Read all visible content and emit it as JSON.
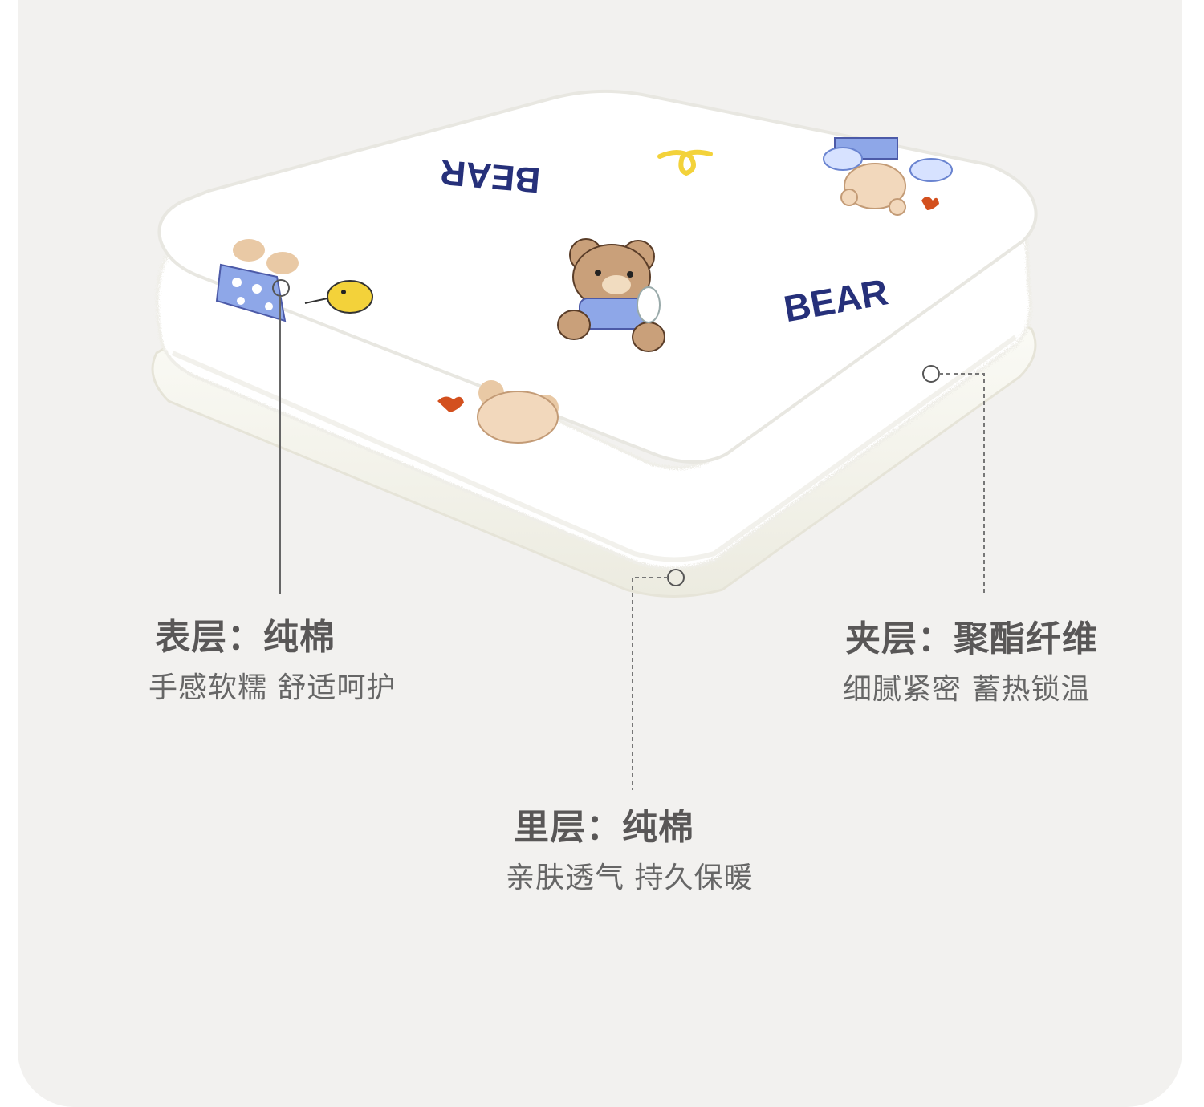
{
  "layers": {
    "top": {
      "title": "表层：纯棉",
      "desc": "手感软糯 舒适呵护"
    },
    "middle": {
      "title": "夹层：聚酯纤维",
      "desc": "细腻紧密 蓄热锁温"
    },
    "bottom": {
      "title": "里层：纯棉",
      "desc": "亲肤透气 持久保暖"
    }
  },
  "print_text": {
    "bear_1": "BEAR",
    "bear_2": "BEAR"
  },
  "colors": {
    "background": "#f2f1ef",
    "fabric": "#ffffff",
    "navy": "#26307a",
    "bear_tan": "#c9a07a",
    "shirt_blue": "#8ea7e8",
    "accent_yellow": "#f3d23a",
    "accent_red": "#d3501e",
    "leader_line": "#777777"
  }
}
